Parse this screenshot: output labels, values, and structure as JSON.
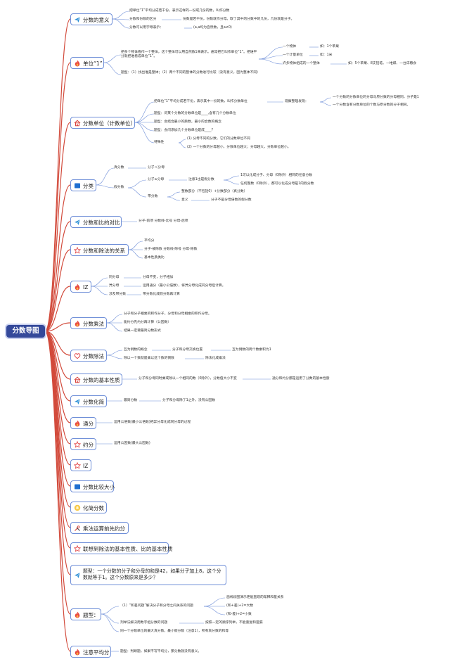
{
  "colors": {
    "branch": "#d24a3b",
    "node_border": "#6f8fd8",
    "root_bg": "#34499a"
  },
  "root": "分数导图",
  "topics": [
    {
      "label": "分数的意义",
      "icon": "send-icon"
    },
    {
      "label": "单位“1”",
      "icon": "fire-icon"
    },
    {
      "label": "分数单位（计数单位）",
      "icon": "home-icon"
    },
    {
      "label": "分类",
      "icon": "flag-icon"
    },
    {
      "label": "分数和比的对比",
      "icon": "send-icon"
    },
    {
      "label": "分数和除法的关系",
      "icon": "star-icon"
    },
    {
      "label": "ⅠZ",
      "icon": "fire-icon"
    },
    {
      "label": "分数乘法",
      "icon": "fire-icon"
    },
    {
      "label": "分数除法",
      "icon": "heart-icon"
    },
    {
      "label": "分数的基本性质",
      "icon": "home-icon"
    },
    {
      "label": "分数化简",
      "icon": "send-icon"
    },
    {
      "label": "通分",
      "icon": "fire-icon"
    },
    {
      "label": "约分",
      "icon": "star-icon"
    },
    {
      "label": "ⅠZ",
      "icon": "star-icon"
    },
    {
      "label": "分数比较大小",
      "icon": "flag-icon"
    },
    {
      "label": "化简分数",
      "icon": "bell-icon"
    },
    {
      "label": "乘法运算前先约分",
      "icon": "tools-icon"
    },
    {
      "label": "联想到除法的基本性质、比的基本性质",
      "icon": "star-icon"
    },
    {
      "label": "题型：一个分数的分子和分母的和是42，如果分子加上8，这个分数就等于1。这个分数原来是多少？",
      "icon": "send-icon"
    },
    {
      "label": "题型：",
      "icon": "fire-icon"
    },
    {
      "label": "注意平均分",
      "icon": "fire-icon"
    }
  ],
  "texts": [
    "把单位“1”平均分成若干份，表示这样的一份或几份的数，叫作分数",
    "分数和份数的区分",
    "份数是若干份，份数就作分母。取了其中的分数中的几份，几份就是分子。",
    "分数可以用字母表示：",
    "(a,a均为自然数，且a≠0)",
    "把多个物体看作一个整体，这个整体可以用自然数1来表示。通常把它叫作单位“1”。把谁平分就把谁看成单位“1”。",
    "一个物体",
    "如：1个苹果",
    "一个计量单位",
    "如：1米",
    "许多物体组成的一个整体",
    "如：5个苹果、8支铅笔、一堆煤、一台床粮食",
    "题型：（1）找出谁是整体；（2）两个不同的整体的分数进行比较（没有意义，因为整体不同）",
    "把单位“1”平均分成若干份，表示其中一份的数，叫作分数单位",
    "观察整理发现：",
    "一个分数的分数单位的分母与原分数的分母相同，分子是1",
    "一个分数含有分数单位的个数与原分数的分子相同。",
    "题型：问某个分数的分数单位是____,含有几个分数单位",
    "题型：会结合最小的质数，最小的合数的概念",
    "题型：会问添加几个分数单位是成____?",
    "特殊性",
    "(1) 分母不同的分数，它们的分数单位不同",
    "(2) 一个分数的分母越小，分数单位越大；分母越大，分数单位越小。",
    "真分数",
    "分子＜分母",
    "假分数",
    "分子≥分母",
    "注意1也是假分数",
    "1可以化成分子、分母（0除外）相同的任意分数",
    "任何整数（0除外），都可以化成分母是1的假分数",
    "带分数",
    "整数部分（不包括0）+分数部分（真分数）",
    "意义",
    "分子不是分母倍数的假分数",
    "分子-前项 分数线-比号 分母-后项",
    "平均分",
    "分子-被除数 分数线-除号 分母-除数",
    "基本性质类比",
    "同分母",
    "分母不变，分子相加",
    "异分母",
    "运用通分（最小公倍数），将异分母化成同分母后计算。",
    "涉及带分数",
    "带分数化成假分数再计算",
    "分子和分子相乘的积作分子，分母和分母相乘的积作分母。",
    "能约分先约分再计算（公因数）",
    "结果一定要最简分数形式",
    "互为倒数的概念",
    "分子和分母交换位置",
    "互为倒数的两个数乘积为1",
    "除以一个数就是乘以这个数的倒数",
    "除法化成乘法",
    "分子和分母同时乘或除以一个相同的数（0除外），分数值大小不变",
    "通分和约分都是运用了分数的基本性质",
    "最简分数",
    "分子和分母除了1之外，没有公因数",
    "运用公倍数(最小公倍数)把异分母化成同分母的过程",
    "运用公因数(最大公因数)",
    "（1）“和差问题”解决分子和分母之间关系的问题",
    "画线段图演示更能直观的帮释和差关系",
    "(和+差)÷2=大数",
    "(和-差)÷2=小数",
    "列举法解决用数字组分数的问题",
    "按照一定的顺序列举，不能重复和遗漏",
    "同一个分数单位的最大真分数，最小假分数（注意1），所有真分数的和等",
    "题型：判断题，如果不写平均分，那分数就没有意义。"
  ]
}
